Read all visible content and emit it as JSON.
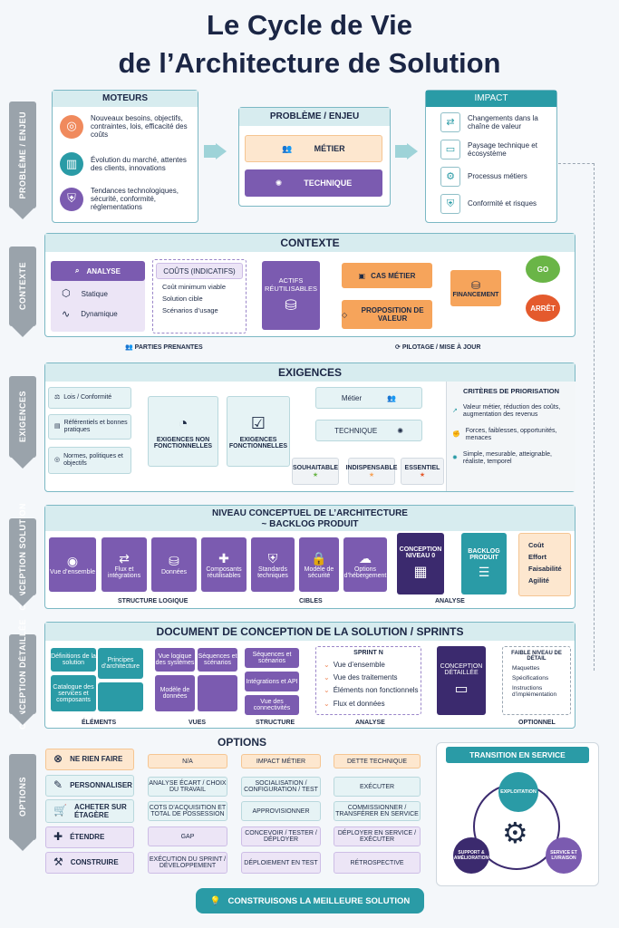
{
  "title_line1": "Le Cycle de Vie",
  "title_line2": "de l’Architecture de Solution",
  "stages": [
    "PROBLÈME / ENJEU",
    "CONTEXTE",
    "EXIGENCES",
    "CONCEPTION SOLUTION",
    "CONCEPTION DÉTAILLÉE",
    "OPTIONS"
  ],
  "moteurs": {
    "title": "MOTEURS",
    "items": [
      "Nouveaux besoins, objectifs, contraintes, lois, efficacité des coûts",
      "Évolution du marché, attentes des clients, innovations",
      "Tendances technologiques, sécurité, conformité, réglementations"
    ]
  },
  "probleme": {
    "title": "PROBLÈME / ENJEU",
    "metier": "MÉTIER",
    "technique": "TECHNIQUE"
  },
  "impact": {
    "title": "IMPACT",
    "items": [
      "Changements dans la chaîne de valeur",
      "Paysage technique et écosystème",
      "Processus métiers",
      "Conformité et risques"
    ]
  },
  "contexte": {
    "title": "CONTEXTE",
    "analyse": "ANALYSE",
    "statique": "Statique",
    "dynamique": "Dynamique",
    "couts_title": "COÛTS (INDICATIFS)",
    "couts_items": [
      "Coût minimum viable",
      "Solution cible",
      "Scénarios d’usage"
    ],
    "actifs": "ACTIFS RÉUTILISABLES",
    "cas_metier": "CAS MÉTIER",
    "proposition": "PROPOSITION DE VALEUR",
    "financement": "FINANCEMENT",
    "go": "GO",
    "arret": "ARRÊT",
    "parties": "PARTIES PRENANTES",
    "pilotage": "PILOTAGE / MISE À JOUR"
  },
  "exigences": {
    "title": "EXIGENCES",
    "sources": [
      "Lois / Conformité",
      "Référentiels et bonnes pratiques",
      "Normes, politiques et objectifs"
    ],
    "enf": "EXIGENCES NON FONCTIONNELLES",
    "ef": "EXIGENCES FONCTIONNELLES",
    "metier": "Métier",
    "technique": "TECHNIQUE",
    "prio": [
      "SOUHAITABLE",
      "INDISPENSABLE",
      "ESSENTIEL"
    ],
    "criteres_title": "CRITÈRES DE PRIORISATION",
    "criteres": [
      "Valeur métier, réduction des coûts, augmentation des revenus",
      "Forces, faiblesses, opportunités, menaces",
      "Simple, mesurable, atteignable, réaliste, temporel"
    ]
  },
  "conceptuel": {
    "title1": "NIVEAU CONCEPTUEL DE L’ARCHITECTURE",
    "title2": "~ BACKLOG PRODUIT",
    "tiles": [
      "Vue d’ensemble",
      "Flux et intégrations",
      "Données",
      "Composants réutilisables",
      "Standards techniques",
      "Modèle de sécurité",
      "Options d’hébergement"
    ],
    "label_structure": "STRUCTURE LOGIQUE",
    "label_cibles": "CIBLES",
    "niveau0": "CONCEPTION NIVEAU 0",
    "backlog": "BACKLOG PRODUIT",
    "criteria": [
      "Coût",
      "Effort",
      "Faisabilité",
      "Agilité"
    ],
    "label_analyse": "ANALYSE"
  },
  "detail": {
    "title": "DOCUMENT DE CONCEPTION DE LA SOLUTION / SPRINTS",
    "elements": [
      "Définitions de la solution",
      "Principes d’architecture",
      "Catalogue des services et composants"
    ],
    "vues": [
      "Vue logique des systèmes",
      "Séquences et scénarios",
      "Modèle de données"
    ],
    "structure": [
      "Séquences et scénarios",
      "Intégrations et API",
      "Vue des connectivités"
    ],
    "sprint_title": "SPRINT N",
    "sprint_items": [
      "Vue d’ensemble",
      "Vue des traitements",
      "Éléments non fonctionnels",
      "Flux et données"
    ],
    "conception": "CONCEPTION DÉTAILLÉE",
    "faible_title": "FAIBLE NIVEAU DE DÉTAIL",
    "faible_items": [
      "Maquettes",
      "Spécifications",
      "Instructions d’implémentation"
    ],
    "labels": [
      "ÉLÉMENTS",
      "VUES",
      "STRUCTURE",
      "ANALYSE",
      "OPTIONNEL"
    ]
  },
  "options": {
    "title": "OPTIONS",
    "rows": [
      {
        "name": "NE RIEN FAIRE",
        "cells": [
          "N/A",
          "IMPACT MÉTIER",
          "DETTE TECHNIQUE"
        ]
      },
      {
        "name": "PERSONNALISER",
        "cells": [
          "ANALYSE ÉCART / CHOIX DU TRAVAIL",
          "SOCIALISATION / CONFIGURATION / TEST",
          "EXÉCUTER"
        ]
      },
      {
        "name": "ACHETER SUR ÉTAGÈRE",
        "cells": [
          "COTS D’ACQUISITION ET TOTAL DE POSSESSION",
          "APPROVISIONNER",
          "COMMISSIONNER / TRANSFÉRER EN SERVICE"
        ]
      },
      {
        "name": "ÉTENDRE",
        "cells": [
          "GAP",
          "CONCEVOIR / TESTER / DÉPLOYER",
          "DÉPLOYER EN SERVICE / EXÉCUTER"
        ]
      },
      {
        "name": "CONSTRUIRE",
        "cells": [
          "EXÉCUTION DU SPRINT / DÉVELOPPEMENT",
          "DÉPLOIEMENT EN TEST",
          "RÉTROSPECTIVE"
        ]
      }
    ]
  },
  "transition": {
    "title": "TRANSITION EN SERVICE",
    "exploitation": "EXPLOITATION",
    "support": "SUPPORT & AMÉLIORATION",
    "service": "SERVICE ET LIVRAISON"
  },
  "footer": "CONSTRUISONS LA MEILLEURE SOLUTION"
}
